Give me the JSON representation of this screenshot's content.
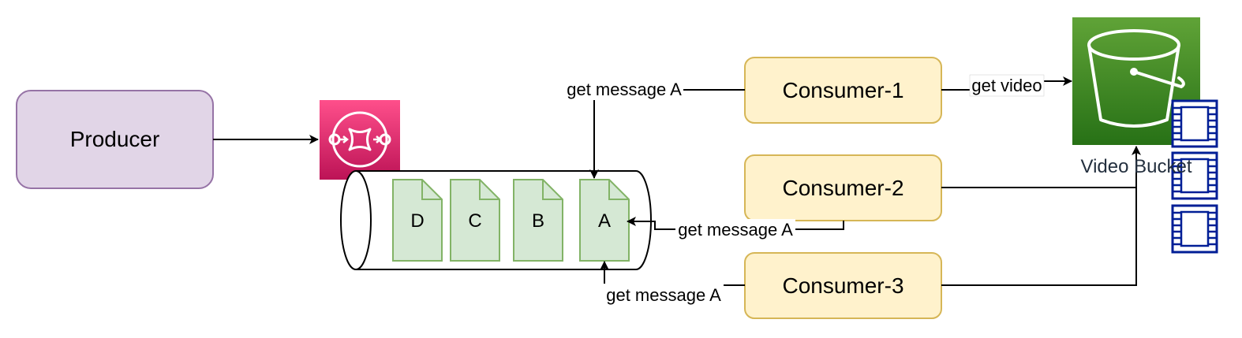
{
  "colors": {
    "producer_fill": "#E1D5E7",
    "producer_stroke": "#9673A6",
    "consumer_fill": "#FFF2CC",
    "consumer_stroke": "#D6B656",
    "message_fill": "#D5E8D4",
    "message_stroke": "#82B366",
    "sqs_pink": "#E7157B",
    "s3_green": "#3F8624",
    "film_blue": "#001E96"
  },
  "icons": {
    "queue_service": "sqs-icon",
    "storage": "s3-bucket-icon",
    "video": "film-strip-icon"
  },
  "nodes": {
    "producer": "Producer",
    "consumer_1": "Consumer-1",
    "consumer_2": "Consumer-2",
    "consumer_3": "Consumer-3",
    "bucket": "Video Bucket"
  },
  "queue": {
    "messages": [
      "D",
      "C",
      "B",
      "A"
    ]
  },
  "edges": {
    "consumer_1_to_queue": "get message A",
    "consumer_2_to_queue": "get message A",
    "consumer_3_to_queue": "get message A",
    "consumer_1_to_bucket": "get video"
  }
}
